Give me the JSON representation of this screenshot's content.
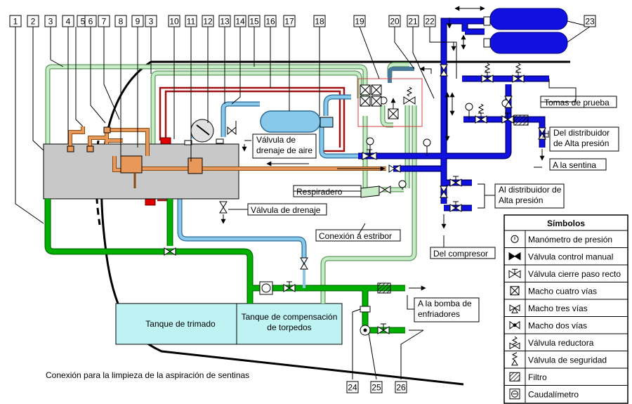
{
  "callouts": [
    "1",
    "2",
    "3",
    "4",
    "5",
    "6",
    "7",
    "8",
    "9",
    "3",
    "10",
    "11",
    "12",
    "13",
    "14",
    "15",
    "16",
    "17",
    "18",
    "19",
    "20",
    "21",
    "22",
    "23",
    "24",
    "25",
    "26"
  ],
  "labels": {
    "valvula_drenaje_aire": "Válvula de drenaje de aire",
    "valvula_drenaje": "Válvula de drenaje",
    "respiradero": "Respiradero",
    "conexion_estribor": "Conexión a estribor",
    "tomas_prueba": "Tomas de prueba",
    "distribuidor_alta_1": "Del distribuidor de Alta presión",
    "a_la_sentina": "A la sentina",
    "al_distribuidor_alta": "Al distribuidor de Alta presión",
    "del_compresor": "Del compresor",
    "a_la_bomba": "A la bomba de enfriadores",
    "tanque_trimado": "Tanque de trimado",
    "tanque_compensacion": "Tanque de compensación de torpedos",
    "conexion_limpieza": "Conexión para la limpieza de la aspiración de sentinas"
  },
  "legend": {
    "title": "Símbolos",
    "items": [
      {
        "label": "Manómetro de presión",
        "icon": "gauge-icon"
      },
      {
        "label": "Válvula control manual",
        "icon": "manual-valve-icon"
      },
      {
        "label": "Válvula cierre paso recto",
        "icon": "gate-valve-icon"
      },
      {
        "label": "Macho cuatro vías",
        "icon": "four-way-cock-icon"
      },
      {
        "label": "Macho tres vías",
        "icon": "three-way-cock-icon"
      },
      {
        "label": "Macho dos vías",
        "icon": "two-way-cock-icon"
      },
      {
        "label": "Válvula reductora",
        "icon": "reducing-valve-icon"
      },
      {
        "label": "Válvula de seguridad",
        "icon": "safety-valve-icon"
      },
      {
        "label": "Filtro",
        "icon": "filter-icon"
      },
      {
        "label": "Caudalímetro",
        "icon": "flowmeter-icon"
      }
    ]
  },
  "colors": {
    "high_pressure_air": "#0000cc",
    "sea_water": "#00b000",
    "low_pressure_air": "#88c8e8",
    "pale_green": "#c8ecc8",
    "oil": "#e89858",
    "red_line": "#a01010",
    "tank": "#c8c8c8",
    "trim_tank": "#bff2f2"
  }
}
